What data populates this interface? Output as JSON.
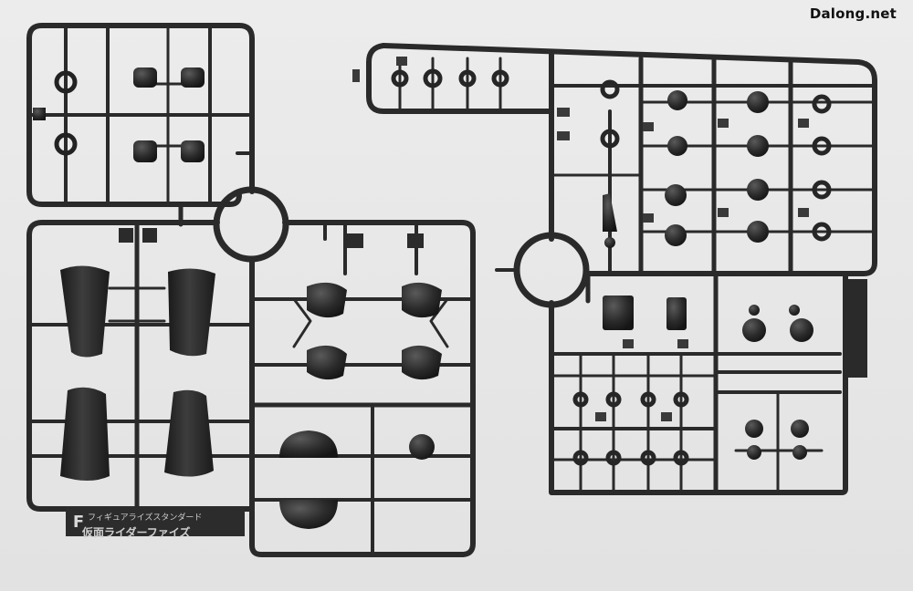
{
  "watermark": "Dalong.net",
  "runner_f": {
    "letter": "F",
    "label_line1": "フィギュアライズスタンダード",
    "label_line2": "仮面ライダーファイズ"
  },
  "palette": {
    "background": "#e8e8e8",
    "plastic": "#2a2a2a",
    "plastic_highlight": "#4a4a4a"
  }
}
